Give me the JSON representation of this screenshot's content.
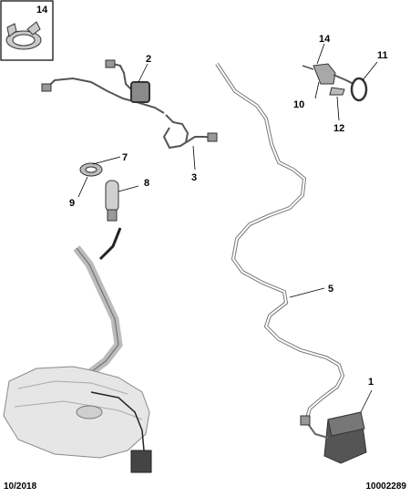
{
  "callouts": {
    "c1": "1",
    "c2": "2",
    "c3": "3",
    "c5": "5",
    "c7": "7",
    "c8": "8",
    "c9": "9",
    "c10": "10",
    "c11": "11",
    "c12": "12",
    "c14_inset": "14",
    "c14": "14"
  },
  "footer": {
    "date": "10/2018",
    "reference": "10002289"
  }
}
